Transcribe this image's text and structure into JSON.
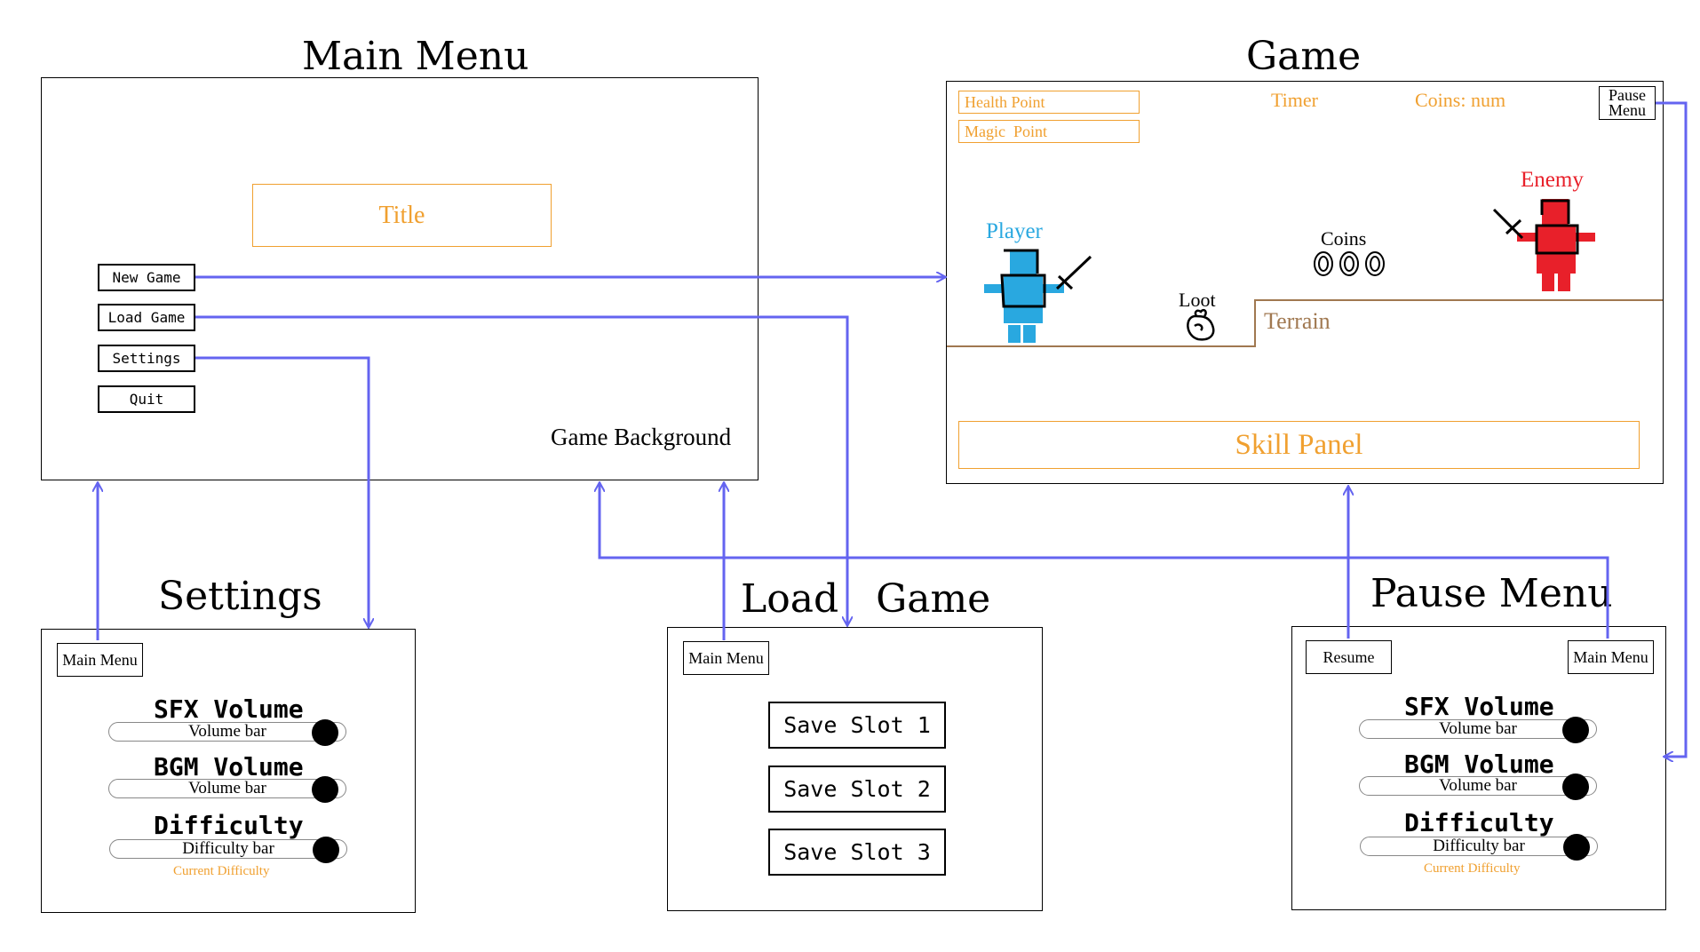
{
  "sections": {
    "main_menu": "Main Menu",
    "game": "Game",
    "settings": "Settings",
    "load_game": "Load   Game",
    "pause_menu": "Pause Menu"
  },
  "main_menu": {
    "title": "Title",
    "buttons": [
      "New Game",
      "Load Game",
      "Settings",
      "Quit"
    ],
    "background_label": "Game Background"
  },
  "game": {
    "health": "Health Point",
    "magic": "Magic  Point",
    "timer": "Timer",
    "coins_counter": "Coins: num",
    "pause_button": "Pause Menu",
    "player": "Player",
    "enemy": "Enemy",
    "coins_label": "Coins",
    "loot": "Loot",
    "terrain": "Terrain",
    "skill_panel": "Skill Panel"
  },
  "settings": {
    "main_menu_button": "Main Menu",
    "sfx": "SFX Volume",
    "sfx_bar": "Volume bar",
    "bgm": "BGM Volume",
    "bgm_bar": "Volume bar",
    "difficulty": "Difficulty",
    "difficulty_bar": "Difficulty bar",
    "current_difficulty": "Current Difficulty"
  },
  "load_game": {
    "main_menu_button": "Main Menu",
    "slots": [
      "Save Slot 1",
      "Save Slot 2",
      "Save Slot 3"
    ]
  },
  "pause_menu": {
    "resume": "Resume",
    "main_menu_button": "Main Menu",
    "sfx": "SFX Volume",
    "sfx_bar": "Volume bar",
    "bgm": "BGM Volume",
    "bgm_bar": "Volume bar",
    "difficulty": "Difficulty",
    "difficulty_bar": "Difficulty bar",
    "current_difficulty": "Current Difficulty"
  },
  "colors": {
    "arrow": "#6464f0",
    "accent": "#f0a030",
    "player": "#29a8e0",
    "enemy": "#e8202a",
    "terrain": "#a07850"
  }
}
